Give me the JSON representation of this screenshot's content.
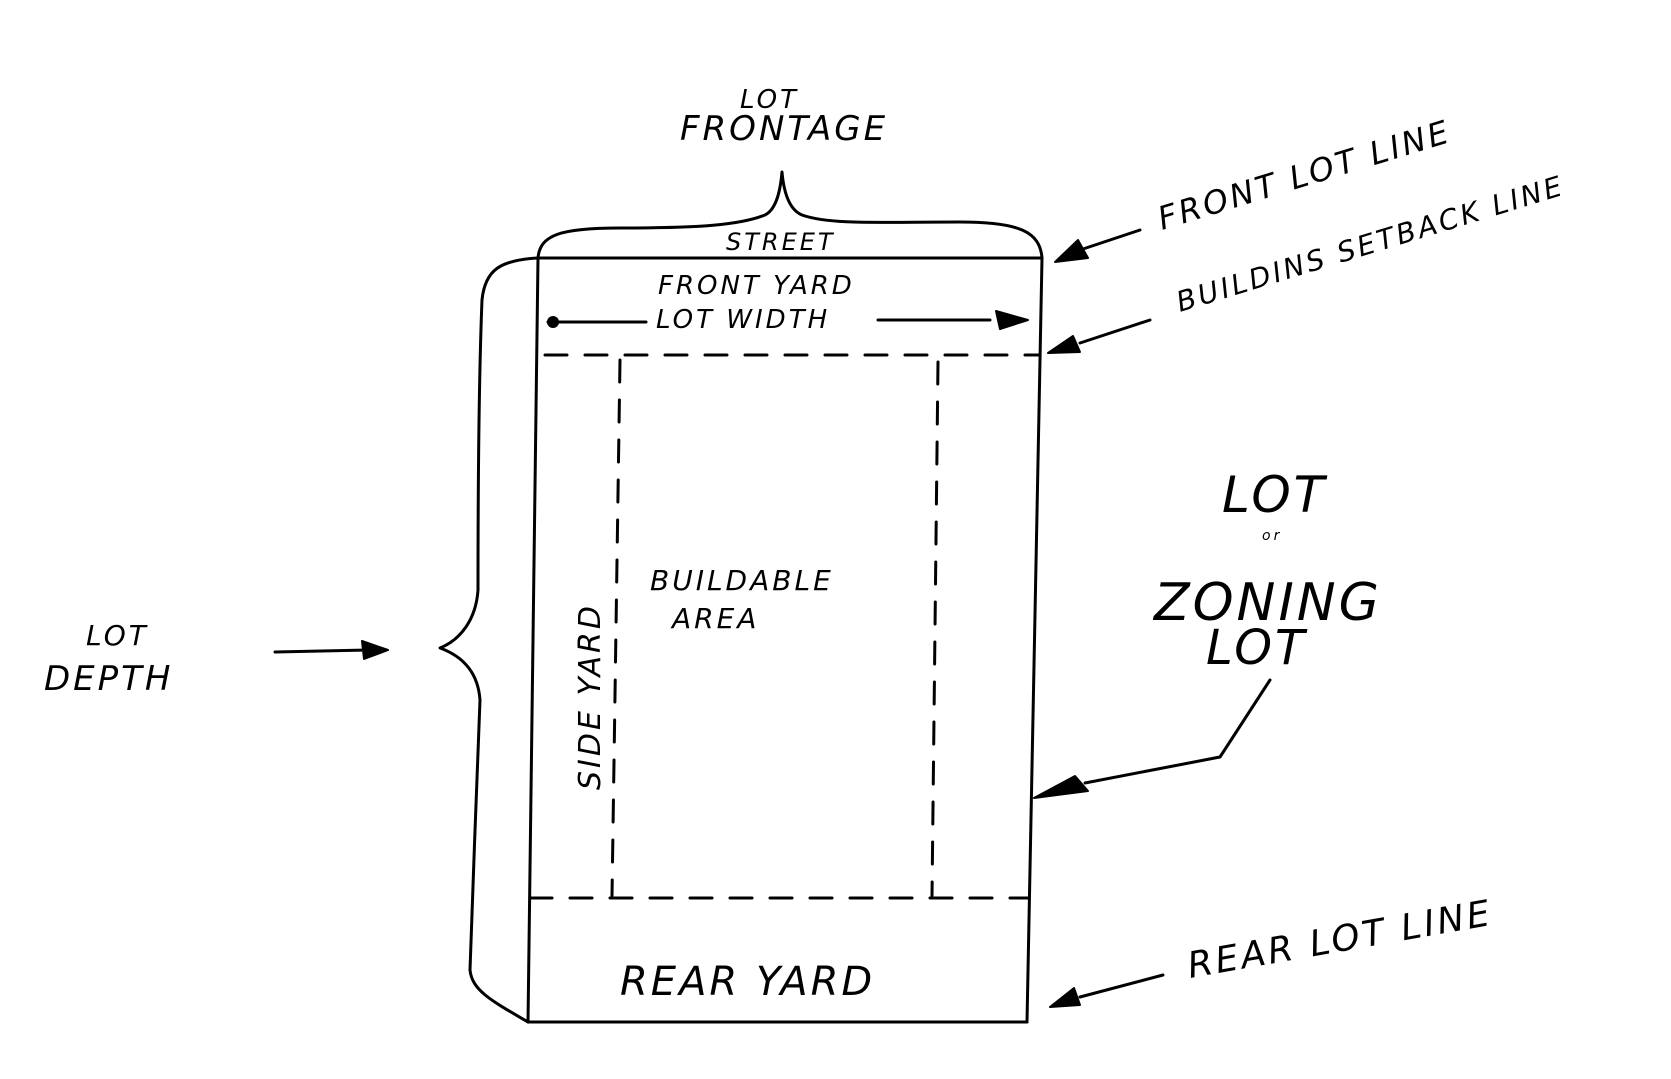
{
  "labels": {
    "lot_frontage_1": "LOT",
    "lot_frontage_2": "FRONTAGE",
    "street": "STREET",
    "front_yard": "FRONT YARD",
    "lot_width": "LOT WIDTH",
    "front_lot_line": "FRONT LOT LINE",
    "building_setback_line": "BUILDINS SETBACK LINE",
    "side_yard": "SIDE YARD",
    "buildable_area_1": "BUILDABLE",
    "buildable_area_2": "AREA",
    "lot_depth_1": "LOT",
    "lot_depth_2": "DEPTH",
    "zoning_lot_1": "LOT",
    "zoning_lot_or": "or",
    "zoning_lot_2": "ZONING",
    "zoning_lot_3": "LOT",
    "rear_yard": "REAR YARD",
    "rear_lot_line": "REAR LOT LINE"
  },
  "colors": {
    "ink": "#000000",
    "paper": "#ffffff"
  }
}
